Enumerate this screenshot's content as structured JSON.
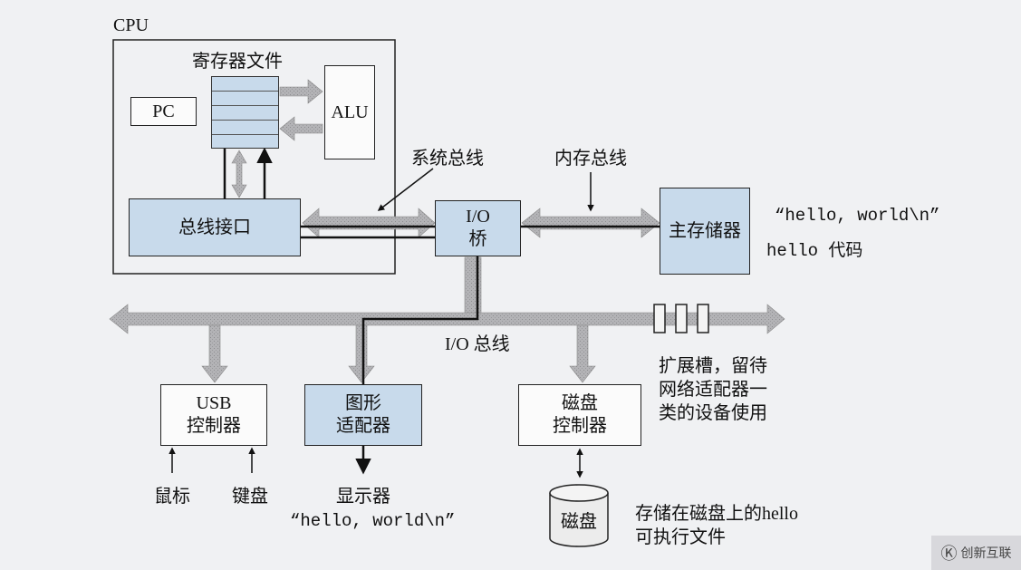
{
  "cpu": {
    "label": "CPU",
    "register_file": "寄存器文件",
    "pc": "PC",
    "alu": "ALU",
    "bus_interface": "总线接口"
  },
  "buses": {
    "system_bus": "系统总线",
    "memory_bus": "内存总线",
    "io_bus": "I/O 总线"
  },
  "io_bridge": {
    "line1": "I/O",
    "line2": "桥"
  },
  "main_memory": {
    "label": "主存储器",
    "content_string": "“hello, world\\n”",
    "content_code": "hello 代码"
  },
  "usb_controller": {
    "line1": "USB",
    "line2": "控制器"
  },
  "graphics_adapter": {
    "line1": "图形",
    "line2": "适配器"
  },
  "disk_controller": {
    "line1": "磁盘",
    "line2": "控制器"
  },
  "peripherals": {
    "mouse": "鼠标",
    "keyboard": "键盘",
    "display": "显示器",
    "display_output": "“hello, world\\n”",
    "disk": "磁盘"
  },
  "annotations": {
    "expansion_slots": [
      "扩展槽，留待",
      "网络适配器一",
      "类的设备使用"
    ],
    "disk_file": [
      "存储在磁盘上的hello",
      "可执行文件"
    ]
  },
  "watermark": {
    "text": "创新互联",
    "symbol": "Ⓚ"
  },
  "colors": {
    "component_fill": "#c8daeb",
    "bus_fill": "#b5b5b8",
    "line": "#111111"
  }
}
